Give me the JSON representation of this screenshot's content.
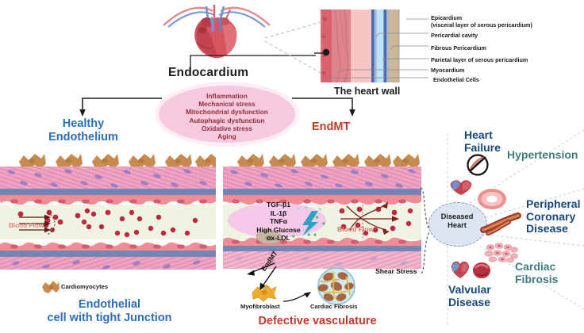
{
  "figure": {
    "title_label": "Endocardium",
    "heart_wall_label": "The heart wall"
  },
  "heart_wall_layers": [
    "Epicardium",
    "(visceral layer of serous pericardium)",
    "Pericardial cavity",
    "Fibrous Pericardium",
    "Parietal layer of serous pericardium",
    "Myocardium",
    "Endothelial Cells"
  ],
  "stressors": {
    "items": [
      "Inflammation",
      "Mechanical stress",
      "Mitochondrial dysfunction",
      "Autophagic dysfunction",
      "Oxidative stress",
      "Aging"
    ],
    "text_color": "#8e2f3d",
    "fill_color": "#f7c9dd"
  },
  "left_panel": {
    "heading_line1": "Healthy",
    "heading_line2": "Endothelium",
    "heading_color": "#2a6fba",
    "blood_flow_label": "Blood Flow",
    "cardiomyocytes_label": "Cardiomyocytes",
    "caption_line1": "Endothelial",
    "caption_line2": "cell with tight Junction"
  },
  "middle_panel": {
    "heading": "EndMT",
    "heading_color": "#c0392b",
    "cytokines": [
      "TGF-β1",
      "IL-1β",
      "TNFα",
      "High Glucose",
      "ox-LDL"
    ],
    "blood_flow_label": "Blood Flow",
    "shear_stress_label": "Shear Stress",
    "endmt_arrow_label": "EndMT",
    "myofibroblast_label": "Myofibroblast",
    "cardiac_fibrosis_label": "Cardiac Fibrosis",
    "caption": "Defective vasculature",
    "caption_color": "#c0392b"
  },
  "right_panel": {
    "hub_line1": "Diseased",
    "hub_line2": "Heart",
    "outcomes": [
      {
        "label_line1": "Heart",
        "label_line2": "Failure",
        "color": "#14477d"
      },
      {
        "label_line1": "Hypertension",
        "label_line2": "",
        "color": "#3e7c78"
      },
      {
        "label_line1": "Peripheral",
        "label_line2": "Coronary",
        "label_line3": "Disease",
        "color": "#14477d"
      },
      {
        "label_line1": "Cardiac",
        "label_line2": "Fibrosis",
        "color": "#3e7c78"
      },
      {
        "label_line1": "Valvular",
        "label_line2": "Disease",
        "color": "#14477d"
      }
    ]
  }
}
